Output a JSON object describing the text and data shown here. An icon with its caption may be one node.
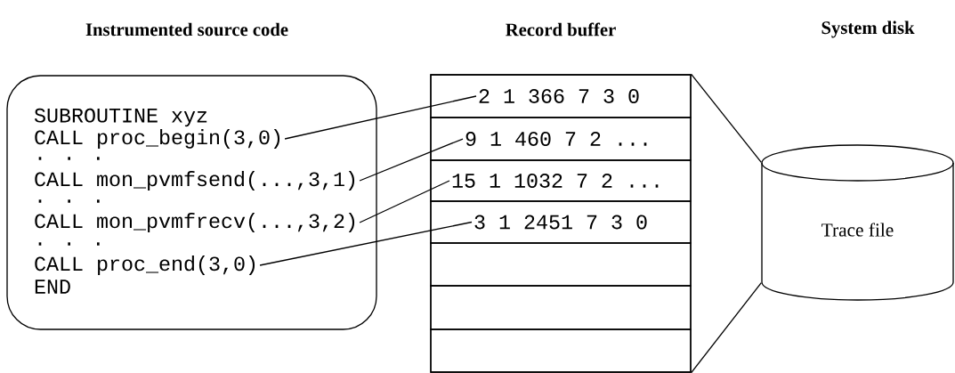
{
  "diagram": {
    "nodes": [
      {
        "text": [
          "Instrumented source code"
        ]
      },
      {
        "text": [
          "SUBROUTINE xyz"
        ],
        "in": 0
      },
      {
        "text": [
          "CALL proc_begin(3,0)"
        ],
        "in": 0
      },
      {
        "text": [
          ". . ."
        ],
        "in": 0
      },
      {
        "text": [
          "CALL mon_pvmfsend(...,3,1)"
        ],
        "in": 0
      },
      {
        "text": [
          ". . ."
        ],
        "in": 0
      },
      {
        "text": [
          "CALL mon_pvmfrecv(...,3,2)"
        ],
        "in": 0
      },
      {
        "text": [
          ". . ."
        ],
        "in": 0
      },
      {
        "text": [
          "CALL proc_end(3,0)"
        ],
        "in": 0
      },
      {
        "text": [
          "END"
        ],
        "in": 0
      },
      {
        "text": [
          "Record buffer"
        ]
      },
      {
        "text": [
          "2 1 366 7 3 0"
        ],
        "in": 10
      },
      {
        "text": [
          "9 1 460 7 2 ..."
        ],
        "in": 10
      },
      {
        "text": [
          "15 1 1032 7 2 ..."
        ],
        "in": 10
      },
      {
        "text": [
          "3 1 2451 7 3 0"
        ],
        "in": 10
      },
      {
        "text": [],
        "shape": "box",
        "in": 10
      },
      {
        "text": [],
        "shape": "box",
        "in": 10
      },
      {
        "text": [],
        "shape": "box",
        "in": 10
      },
      {
        "text": [
          "System disk",
          "Trace file"
        ]
      }
    ],
    "edges": [
      {
        "from": 2,
        "to": 11,
        "arrow": "none"
      },
      {
        "from": 4,
        "to": 12,
        "arrow": "none"
      },
      {
        "from": 6,
        "to": 13,
        "arrow": "none"
      },
      {
        "from": 8,
        "to": 14,
        "arrow": "none"
      },
      {
        "from": 10,
        "to": 18,
        "arrow": "none"
      },
      {
        "from": 10,
        "to": 18,
        "arrow": "none"
      }
    ]
  }
}
